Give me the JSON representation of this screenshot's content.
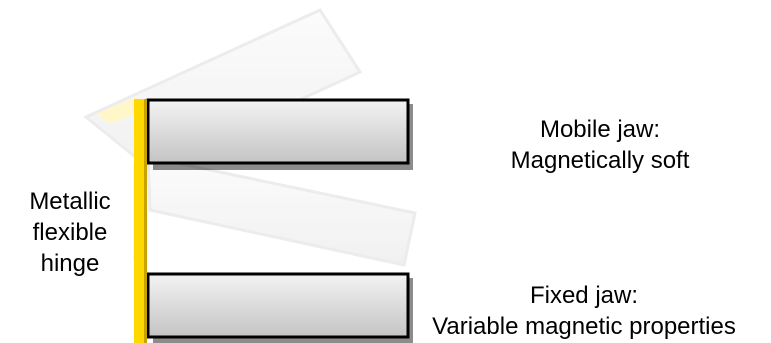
{
  "diagram": {
    "hinge_label": {
      "lines": [
        "Metallic",
        "flexible",
        "hinge"
      ]
    },
    "mobile_jaw_label": {
      "lines": [
        "Mobile jaw:",
        "Magnetically soft"
      ]
    },
    "fixed_jaw_label": {
      "lines": [
        "Fixed jaw:",
        "Variable magnetic properties"
      ]
    },
    "colors": {
      "hinge": "#ffd800",
      "hinge_edge": "#c9a400",
      "jaw_fill_light": "#f3f3f3",
      "jaw_fill_dark": "#c4c4c4",
      "jaw_outline": "#000000",
      "ghost_fill": "#f4f4f4",
      "ghost_outline": "#e6e6e6",
      "ghost_hinge": "#fff3b8"
    }
  }
}
